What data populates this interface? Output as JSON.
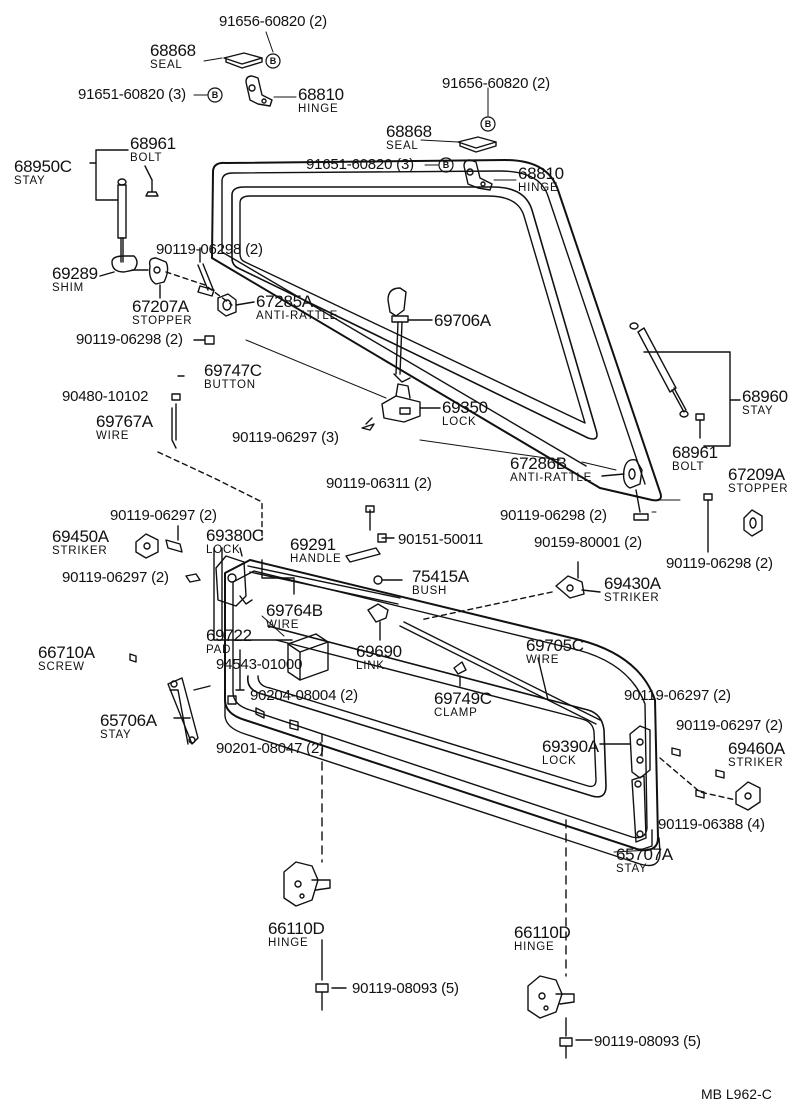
{
  "diagram": {
    "code": "MB  L962-C",
    "callouts": [
      {
        "id": "c1",
        "number": "91656-60820 (2)"
      },
      {
        "id": "c2",
        "number": "68868",
        "name": "SEAL"
      },
      {
        "id": "c3",
        "number": "91651-60820 (3)"
      },
      {
        "id": "c4",
        "number": "68810",
        "name": "HINGE"
      },
      {
        "id": "c5",
        "number": "91656-60820 (2)"
      },
      {
        "id": "c6",
        "number": "68868",
        "name": "SEAL"
      },
      {
        "id": "c7",
        "number": "91651-60820 (3)"
      },
      {
        "id": "c8",
        "number": "68810",
        "name": "HINGE"
      },
      {
        "id": "c9",
        "number": "68961",
        "name": "BOLT"
      },
      {
        "id": "c10",
        "number": "68950C",
        "name": "STAY"
      },
      {
        "id": "c11",
        "number": "90119-06298 (2)"
      },
      {
        "id": "c12",
        "number": "69289",
        "name": "SHIM"
      },
      {
        "id": "c13",
        "number": "67207A",
        "name": "STOPPER"
      },
      {
        "id": "c14",
        "number": "67285A",
        "name": "ANTI-RATTLE"
      },
      {
        "id": "c15",
        "number": "69706A"
      },
      {
        "id": "c16",
        "number": "90119-06298 (2)"
      },
      {
        "id": "c17",
        "number": "69747C",
        "name": "BUTTON"
      },
      {
        "id": "c18",
        "number": "90480-10102"
      },
      {
        "id": "c19",
        "number": "69767A",
        "name": "WIRE"
      },
      {
        "id": "c20",
        "number": "69350",
        "name": "LOCK"
      },
      {
        "id": "c21",
        "number": "90119-06297 (3)"
      },
      {
        "id": "c22",
        "number": "68960",
        "name": "STAY"
      },
      {
        "id": "c23",
        "number": "68961",
        "name": "BOLT"
      },
      {
        "id": "c24",
        "number": "67286B",
        "name": "ANTI-RATTLE"
      },
      {
        "id": "c25",
        "number": "67209A",
        "name": "STOPPER"
      },
      {
        "id": "c26",
        "number": "90119-06311 (2)"
      },
      {
        "id": "c27",
        "number": "90119-06298 (2)"
      },
      {
        "id": "c28",
        "number": "90119-06297 (2)"
      },
      {
        "id": "c29",
        "number": "69450A",
        "name": "STRIKER"
      },
      {
        "id": "c30",
        "number": "69380C",
        "name": "LOCK"
      },
      {
        "id": "c31",
        "number": "69291",
        "name": "HANDLE"
      },
      {
        "id": "c32",
        "number": "90151-50011"
      },
      {
        "id": "c33",
        "number": "90159-80001 (2)"
      },
      {
        "id": "c34",
        "number": "90119-06298 (2)"
      },
      {
        "id": "c35",
        "number": "90119-06297 (2)"
      },
      {
        "id": "c36",
        "number": "75415A",
        "name": "BUSH"
      },
      {
        "id": "c37",
        "number": "69430A",
        "name": "STRIKER"
      },
      {
        "id": "c38",
        "number": "69764B",
        "name": "WIRE"
      },
      {
        "id": "c39",
        "number": "69722",
        "name": "PAD"
      },
      {
        "id": "c40",
        "number": "69690",
        "name": "LINK"
      },
      {
        "id": "c41",
        "number": "69705C",
        "name": "WIRE"
      },
      {
        "id": "c42",
        "number": "66710A",
        "name": "SCREW"
      },
      {
        "id": "c43",
        "number": "94543-01000"
      },
      {
        "id": "c44",
        "number": "90204-08004 (2)"
      },
      {
        "id": "c45",
        "number": "69749C",
        "name": "CLAMP"
      },
      {
        "id": "c46",
        "number": "90119-06297 (2)"
      },
      {
        "id": "c47",
        "number": "65706A",
        "name": "STAY"
      },
      {
        "id": "c48",
        "number": "90201-08047 (2)"
      },
      {
        "id": "c49",
        "number": "90119-06297 (2)"
      },
      {
        "id": "c50",
        "number": "69390A",
        "name": "LOCK"
      },
      {
        "id": "c51",
        "number": "69460A",
        "name": "STRIKER"
      },
      {
        "id": "c52",
        "number": "90119-06388 (4)"
      },
      {
        "id": "c53",
        "number": "65707A",
        "name": "STAY"
      },
      {
        "id": "c54",
        "number": "66110D",
        "name": "HINGE"
      },
      {
        "id": "c55",
        "number": "66110D",
        "name": "HINGE"
      },
      {
        "id": "c56",
        "number": "90119-08093 (5)"
      },
      {
        "id": "c57",
        "number": "90119-08093 (5)"
      }
    ]
  }
}
